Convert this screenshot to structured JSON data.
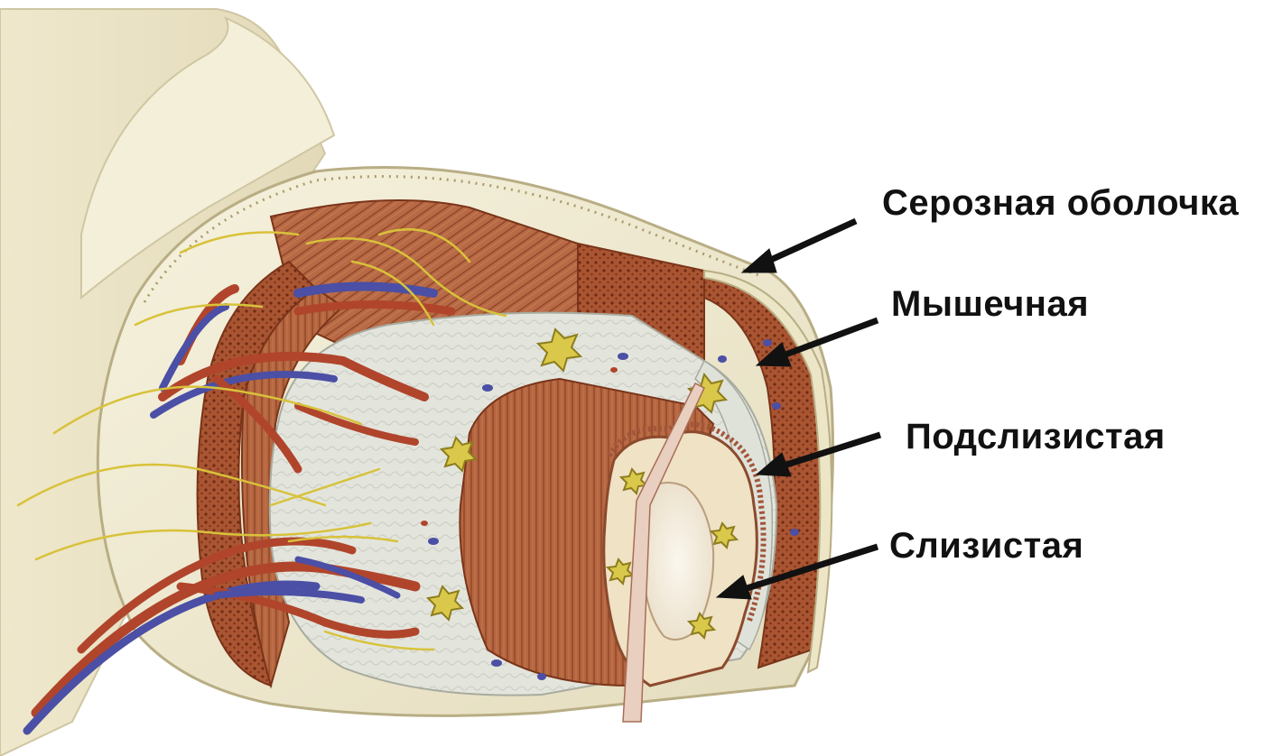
{
  "labels": {
    "serosa": "Серозная оболочка",
    "muscular": "Мышечная",
    "submucosa": "Подслизистая",
    "mucosa": "Слизистая"
  },
  "colors": {
    "background": "#ffffff",
    "serosa": "#efe9cf",
    "muscle": "#b45f3c",
    "muscle_dark": "#8f3f26",
    "submucosa": "#e4e6df",
    "mucosa": "#f3ead8",
    "artery": "#b0452c",
    "vein": "#4b4fa5",
    "nerve": "#d8c23a",
    "arrow": "#111111"
  },
  "icons": {
    "arrow": "arrow-left-icon",
    "gland": "ganglion-star-icon"
  }
}
